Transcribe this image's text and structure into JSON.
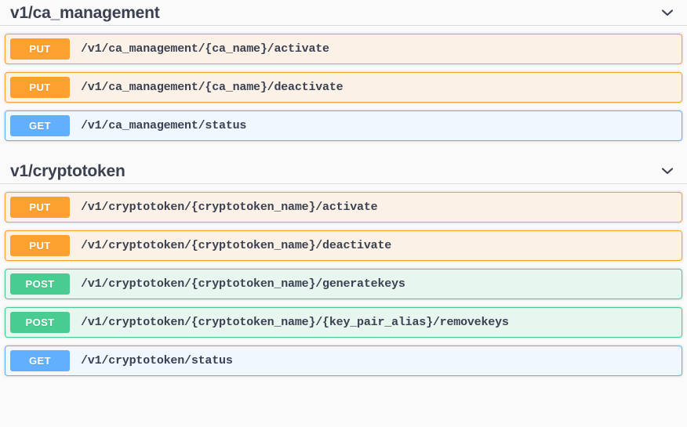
{
  "page": {
    "background_color": "#fafafa",
    "text_color": "#3b4151"
  },
  "colors": {
    "put_badge": "#fca130",
    "put_row_bg": "#fbf1e6",
    "get_badge": "#61affe",
    "get_row_bg": "#f0f7ff",
    "post_badge": "#49cc90",
    "post_row_bg": "#e8f6f0",
    "divider": "#d9dbde"
  },
  "sections": [
    {
      "id": "ca-management",
      "title": "v1/ca_management",
      "toggle_icon": "chevron-down-icon",
      "expanded": true,
      "operations": [
        {
          "method": "PUT",
          "path": "/v1/ca_management/{ca_name}/activate"
        },
        {
          "method": "PUT",
          "path": "/v1/ca_management/{ca_name}/deactivate"
        },
        {
          "method": "GET",
          "path": "/v1/ca_management/status"
        }
      ]
    },
    {
      "id": "cryptotoken",
      "title": "v1/cryptotoken",
      "toggle_icon": "chevron-down-icon",
      "expanded": true,
      "operations": [
        {
          "method": "PUT",
          "path": "/v1/cryptotoken/{cryptotoken_name}/activate"
        },
        {
          "method": "PUT",
          "path": "/v1/cryptotoken/{cryptotoken_name}/deactivate"
        },
        {
          "method": "POST",
          "path": "/v1/cryptotoken/{cryptotoken_name}/generatekeys"
        },
        {
          "method": "POST",
          "path": "/v1/cryptotoken/{cryptotoken_name}/{key_pair_alias}/removekeys"
        },
        {
          "method": "GET",
          "path": "/v1/cryptotoken/status"
        }
      ]
    }
  ]
}
